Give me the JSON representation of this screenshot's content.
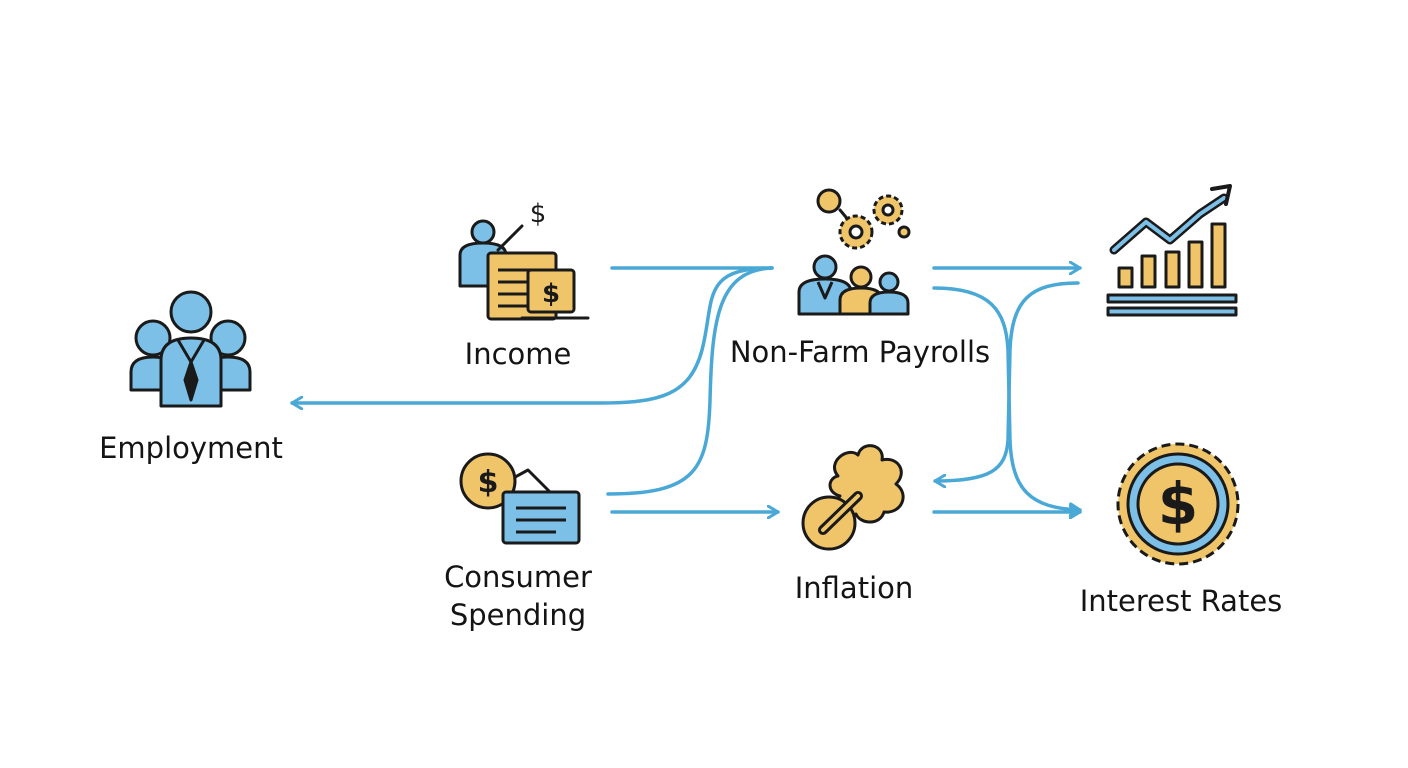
{
  "colors": {
    "arrow": "#4aa8d6",
    "blue_fill": "#7cc0e8",
    "gold_fill": "#f0c56a",
    "outline": "#1a1a1a"
  },
  "nodes": {
    "employment": {
      "label": "Employment",
      "icon": "business-people-icon"
    },
    "income": {
      "label": "Income",
      "icon": "income-documents-icon"
    },
    "income_dollar": "$",
    "non_farm_payrolls": {
      "label": "Non-Farm Payrolls",
      "icon": "workers-gears-icon"
    },
    "growth_chart": {
      "icon": "growth-chart-icon"
    },
    "consumer_spending": {
      "label_line1": "Consumer",
      "label_line2": "Spending",
      "icon": "coin-card-icon"
    },
    "inflation": {
      "label": "Inflation",
      "icon": "inflating-balloon-icon"
    },
    "interest_rates": {
      "label": "Interest Rates",
      "icon": "dollar-coin-icon"
    },
    "dollar_sign": "$"
  }
}
